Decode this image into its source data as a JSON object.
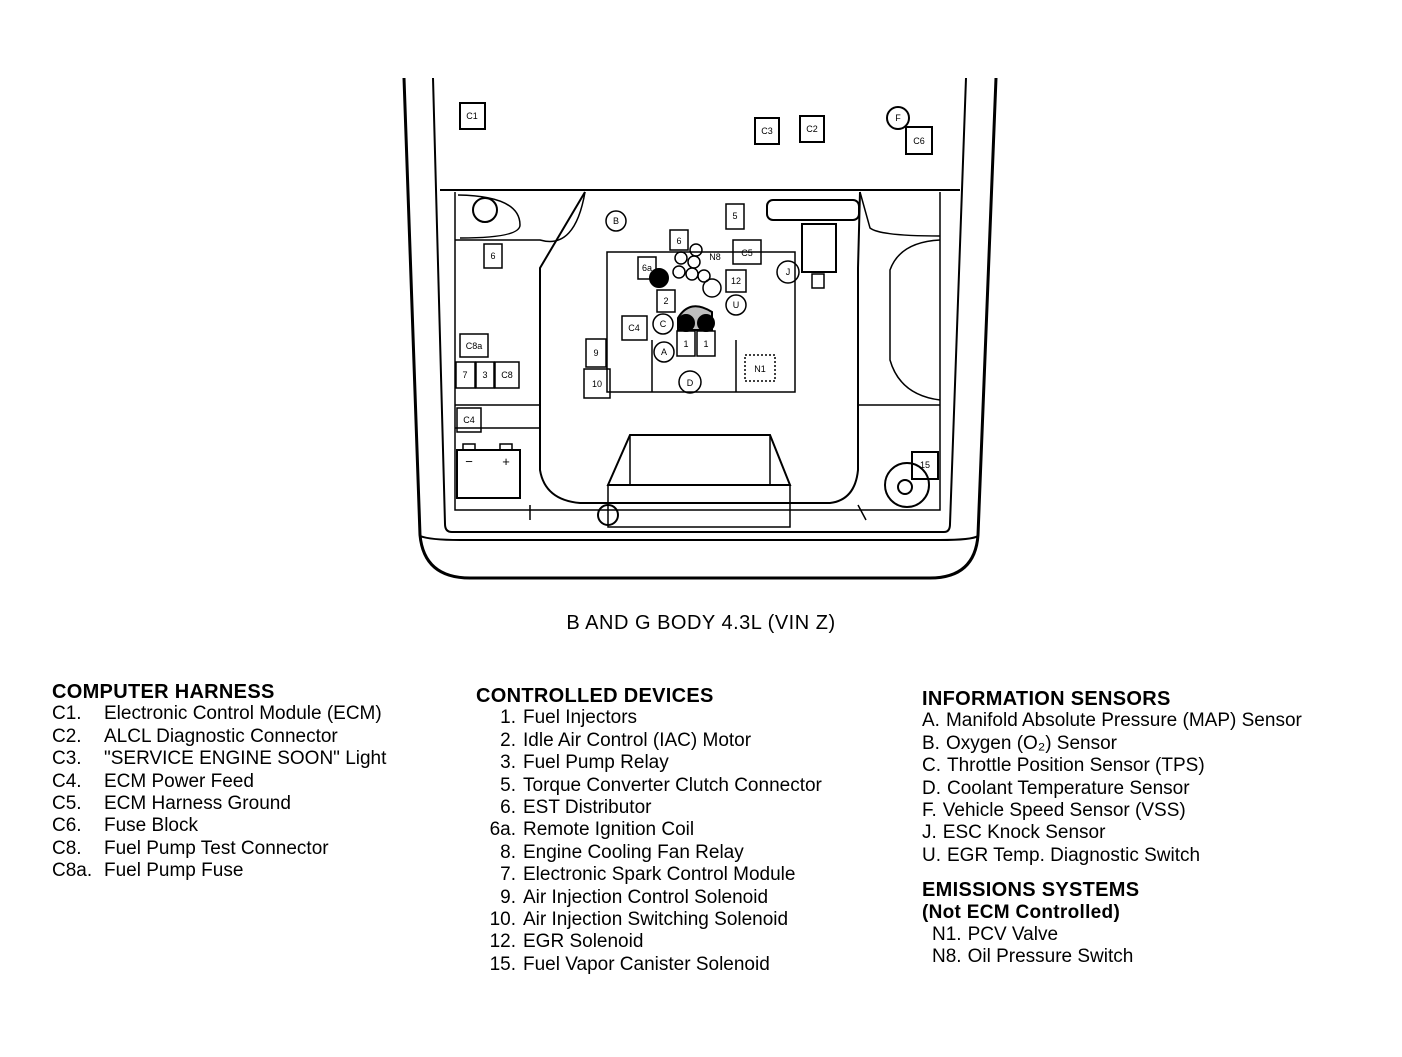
{
  "diagram": {
    "caption": "B AND G BODY 4.3L (VIN Z)",
    "labels": {
      "c1": "C1",
      "c3": "C3",
      "c2": "C2",
      "f": "F",
      "c6": "C6",
      "b": "B",
      "five": "5",
      "six_top": "6",
      "n8": "N8",
      "c5": "C5",
      "six_a": "6a",
      "twelve": "12",
      "j": "J",
      "six_left": "6",
      "two": "2",
      "u": "U",
      "c4_center": "C4",
      "c": "C",
      "c8a": "C8a",
      "seven": "7",
      "three": "3",
      "c8": "C8",
      "nine": "9",
      "a": "A",
      "one_a": "1",
      "one_b": "1",
      "n1": "N1",
      "ten": "10",
      "d": "D",
      "c4_left": "C4",
      "fifteen": "15"
    },
    "battery": {
      "minus": "−",
      "plus": "+"
    }
  },
  "legend": {
    "computer_harness": {
      "title": "COMPUTER HARNESS",
      "items": [
        {
          "code": "C1.",
          "desc": "Electronic Control Module (ECM)"
        },
        {
          "code": "C2.",
          "desc": "ALCL Diagnostic Connector"
        },
        {
          "code": "C3.",
          "desc": "\"SERVICE ENGINE SOON\" Light"
        },
        {
          "code": "C4.",
          "desc": "ECM Power Feed"
        },
        {
          "code": "C5.",
          "desc": "ECM Harness Ground"
        },
        {
          "code": "C6.",
          "desc": "Fuse Block"
        },
        {
          "code": "C8.",
          "desc": "Fuel Pump Test Connector"
        },
        {
          "code": "C8a.",
          "desc": "Fuel Pump Fuse"
        }
      ]
    },
    "controlled_devices": {
      "title": "CONTROLLED DEVICES",
      "items": [
        {
          "code": "1.",
          "desc": "Fuel Injectors"
        },
        {
          "code": "2.",
          "desc": "Idle Air Control (IAC) Motor"
        },
        {
          "code": "3.",
          "desc": "Fuel Pump Relay"
        },
        {
          "code": "5.",
          "desc": "Torque Converter Clutch Connector"
        },
        {
          "code": "6.",
          "desc": "EST Distributor"
        },
        {
          "code": "6a.",
          "desc": "Remote Ignition Coil"
        },
        {
          "code": "8.",
          "desc": "Engine Cooling Fan Relay"
        },
        {
          "code": "7.",
          "desc": "Electronic Spark Control Module"
        },
        {
          "code": "9.",
          "desc": "Air Injection Control Solenoid"
        },
        {
          "code": "10.",
          "desc": "Air Injection Switching Solenoid"
        },
        {
          "code": "12.",
          "desc": "EGR Solenoid"
        },
        {
          "code": "15.",
          "desc": "Fuel Vapor Canister Solenoid"
        }
      ]
    },
    "information_sensors": {
      "title": "INFORMATION SENSORS",
      "items": [
        {
          "code": "A.",
          "desc": "Manifold Absolute Pressure (MAP) Sensor"
        },
        {
          "code": "B.",
          "desc": "Oxygen (O₂) Sensor"
        },
        {
          "code": "C.",
          "desc": "Throttle Position Sensor (TPS)"
        },
        {
          "code": "D.",
          "desc": "Coolant Temperature Sensor"
        },
        {
          "code": "F.",
          "desc": "Vehicle Speed Sensor (VSS)"
        },
        {
          "code": "J.",
          "desc": "ESC Knock Sensor"
        },
        {
          "code": "U.",
          "desc": "EGR Temp. Diagnostic Switch"
        }
      ]
    },
    "emissions_systems": {
      "title": "EMISSIONS SYSTEMS",
      "subtitle": "(Not ECM Controlled)",
      "items": [
        {
          "code": "N1.",
          "desc": "PCV Valve"
        },
        {
          "code": "N8.",
          "desc": "Oil Pressure Switch"
        }
      ]
    }
  }
}
